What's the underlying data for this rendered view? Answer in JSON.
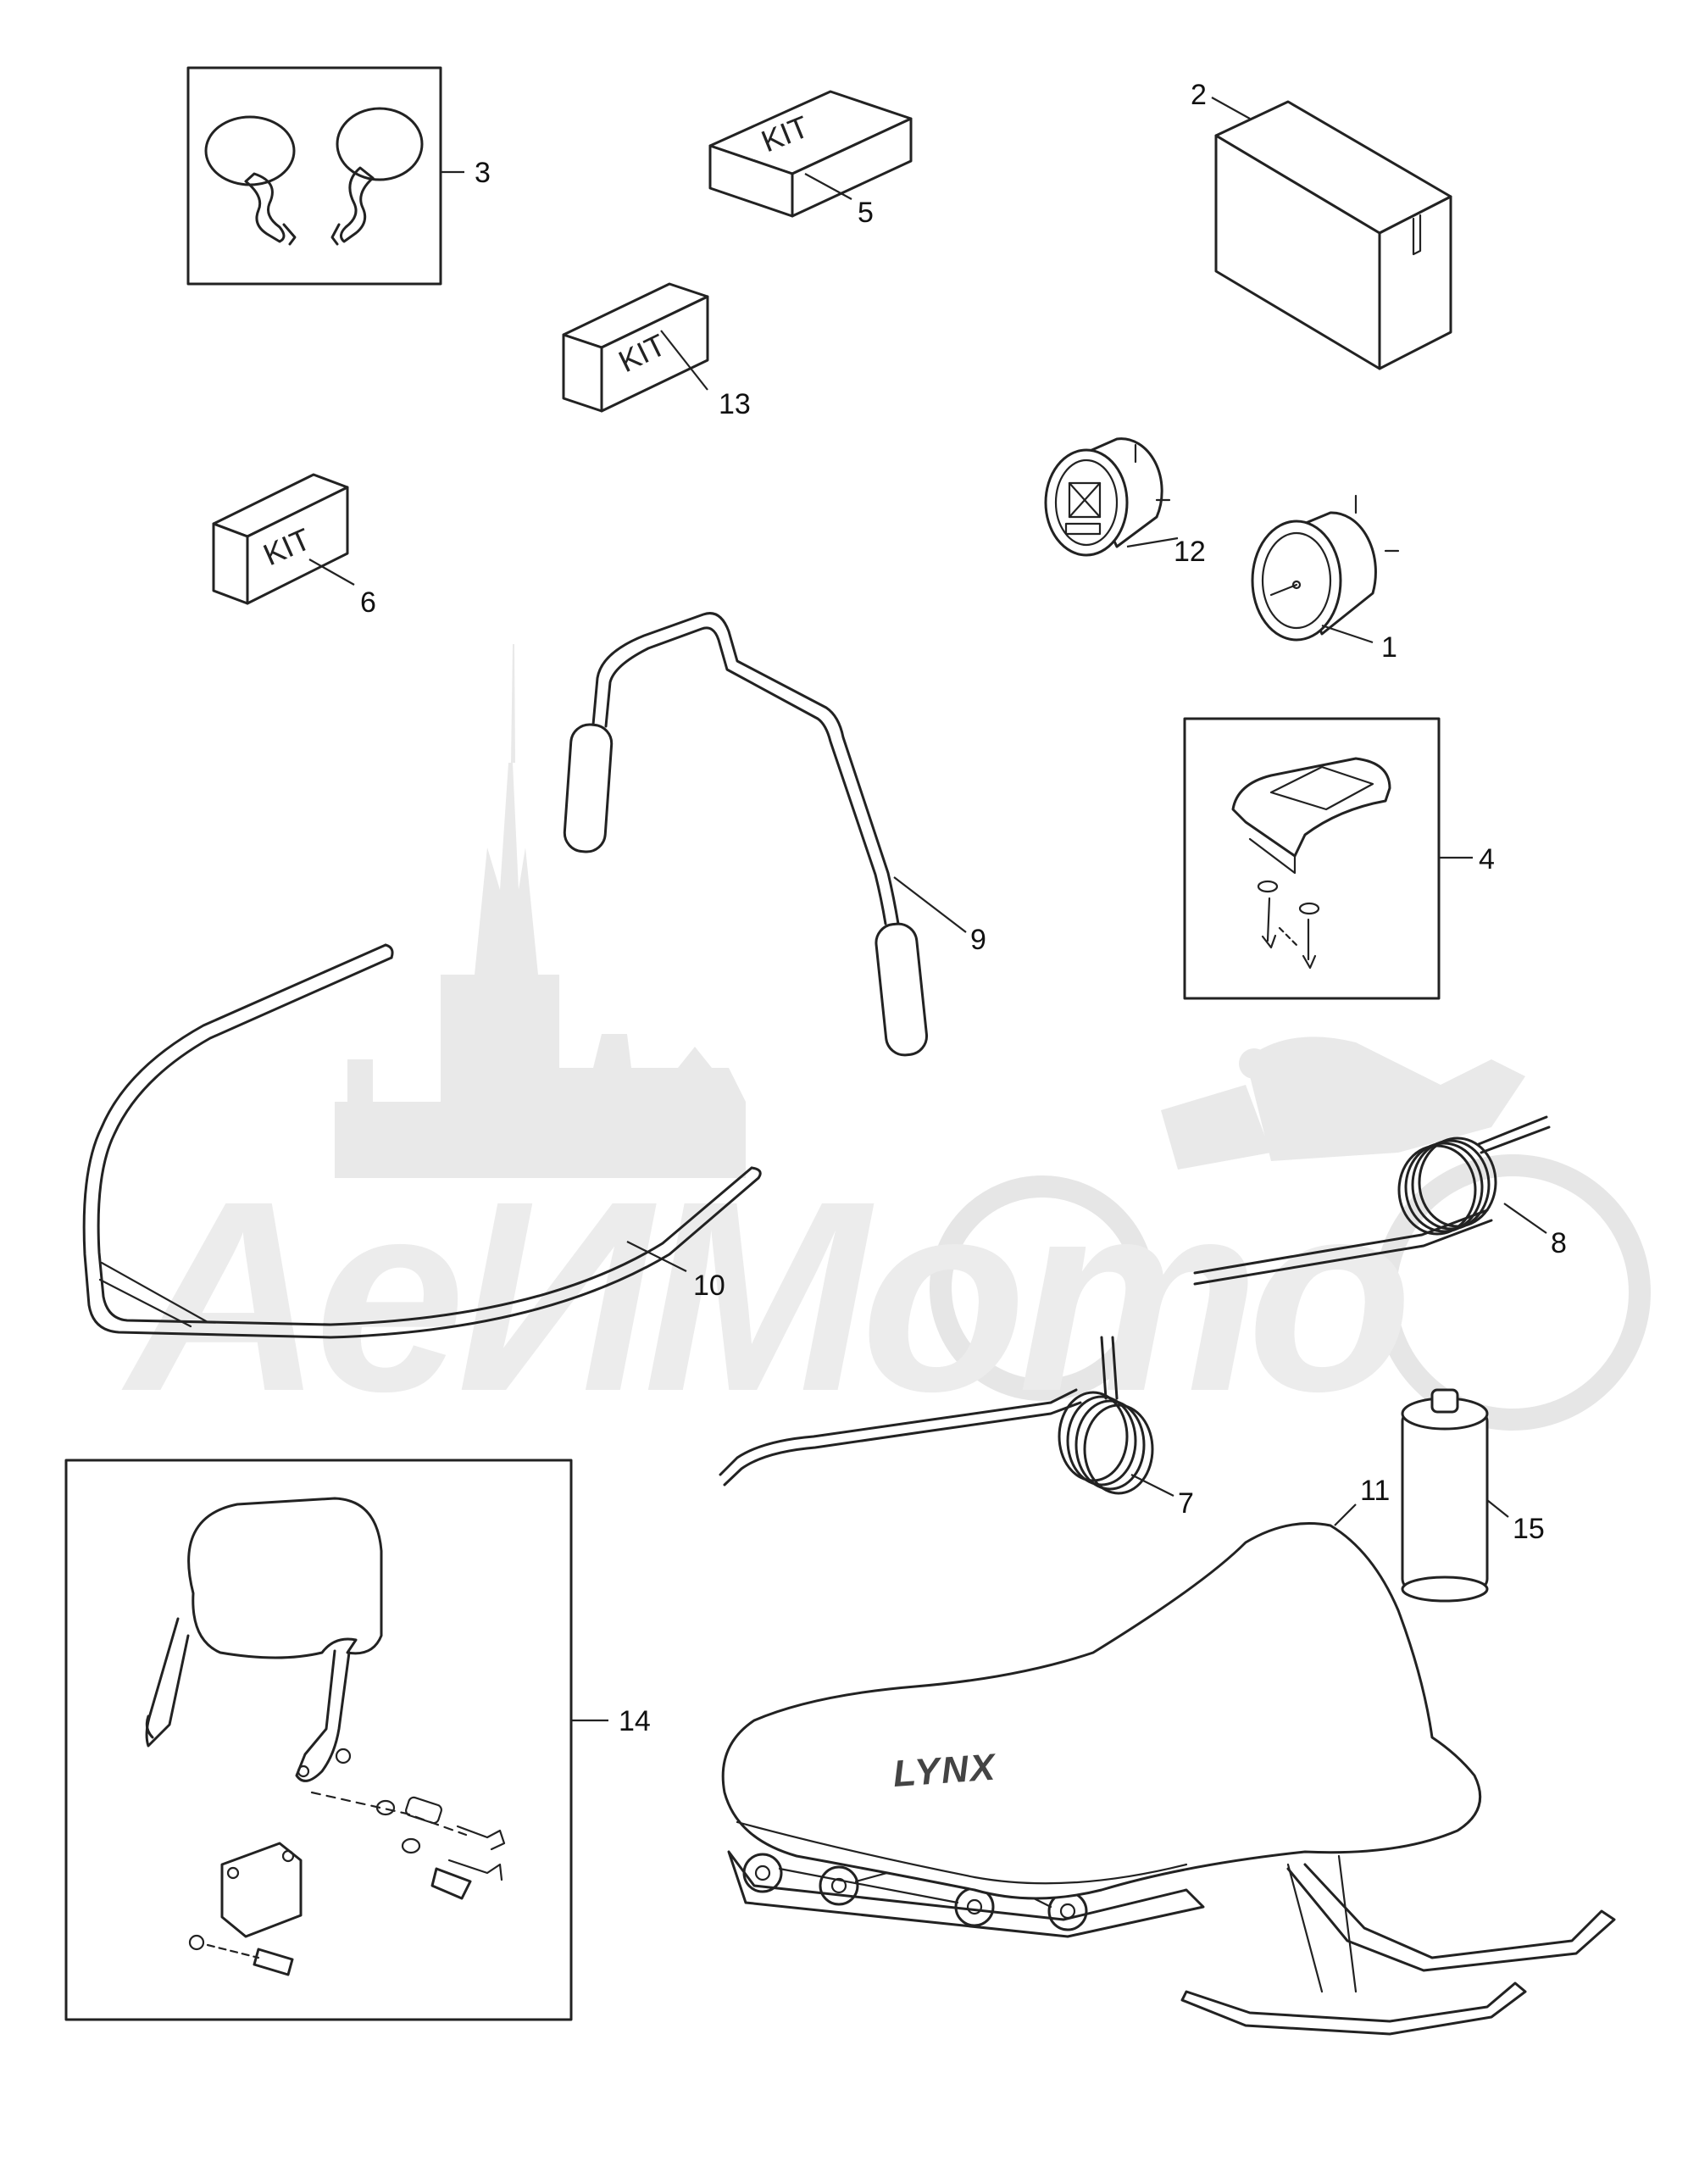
{
  "watermark": {
    "text": "AeИMoто"
  },
  "kit_label": "KIT",
  "cover_brand": "LYNX",
  "callouts": {
    "c1": "1",
    "c2": "2",
    "c3": "3",
    "c4": "4",
    "c5": "5",
    "c6": "6",
    "c7": "7",
    "c8": "8",
    "c9": "9",
    "c10": "10",
    "c11": "11",
    "c12": "12",
    "c13": "13",
    "c14": "14",
    "c15": "15"
  }
}
